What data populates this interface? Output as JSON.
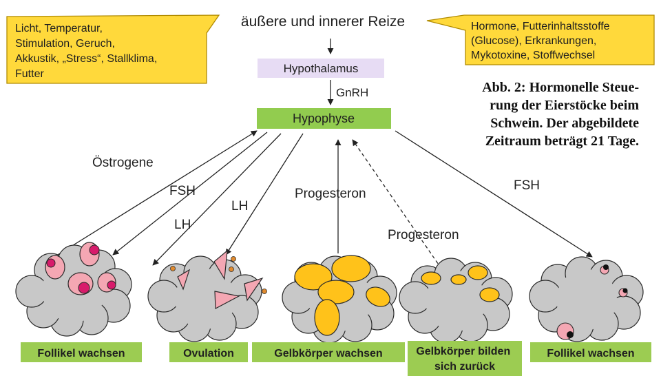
{
  "top_title": "äußere und innerer Reize",
  "callout_left": [
    "Licht, Temperatur,",
    "Stimulation, Geruch,",
    "Akkustik, „Stress“, Stallklima,",
    "Futter"
  ],
  "callout_right": [
    "Hormone, Futterinhaltsstoffe",
    "(Glucose), Erkrankungen,",
    "Mykotoxine, Stoffwechsel"
  ],
  "hypothalamus": "Hypothalamus",
  "gnrh": "GnRH",
  "hypophyse": "Hypophyse",
  "caption": [
    "Abb. 2: Hormonelle Steue-",
    "rung der Eierstöcke beim",
    "Schwein. Der abgebildete",
    "Zeitraum beträgt 21 Tage."
  ],
  "hormone_labels": {
    "oestrogene": "Östrogene",
    "fsh_left": "FSH",
    "lh_left": "LH",
    "lh_mid": "LH",
    "progesteron_mid": "Progesteron",
    "progesteron_right": "Progesteron",
    "fsh_right": "FSH"
  },
  "stages": [
    "Follikel wachsen",
    "Ovulation",
    "Gelbkörper wachsen",
    "Gelbkörper bilden sich zurück",
    "Follikel wachsen"
  ],
  "colors": {
    "callout": "#ffd93b",
    "hypothalamus_box": "#e7dcf4",
    "hypophyse_box": "#92cc4f",
    "stage_box": "#9ccc52",
    "ovary": "#c8c8c8",
    "follicle": "#f4a7b3",
    "follicle_core": "#d81b6b",
    "corpus_luteum": "#ffc21a",
    "egg": "#e08a2e"
  }
}
